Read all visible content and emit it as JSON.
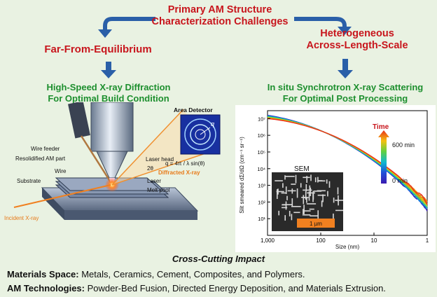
{
  "header": {
    "title_line1": "Primary AM Structure",
    "title_line2": "Characterization Challenges"
  },
  "left": {
    "heading": "Far-From-Equilibrium",
    "sub_line1": "High-Speed X-ray Diffraction",
    "sub_line2": "For Optimal Build Condition",
    "labels": {
      "wire_feeder": "Wire feeder",
      "resolidified": "Resolidified AM part",
      "wire": "Wire",
      "substrate": "Substrate",
      "laser_head": "Laser head",
      "two_theta": "2θ",
      "laser": "Laser",
      "melt_pool": "Melt pool",
      "diffracted": "Diffracted X-ray",
      "incident": "Incident X-ray",
      "area_detector": "Area Detector",
      "formula": "q = 4π / λ sin(θ)",
      "q": "q"
    }
  },
  "right": {
    "heading_line1": "Heterogeneous",
    "heading_line2": "Across-Length-Scale",
    "sub_line1": "In situ Synchrotron X-ray Scattering",
    "sub_line2": "For Optimal Post Processing",
    "legend": {
      "title": "Time",
      "max": "600 min",
      "min": "0 min"
    },
    "inset": {
      "label": "SEM",
      "scale": "1 µm"
    }
  },
  "chart_data": {
    "type": "line",
    "xlabel": "Size (nm)",
    "ylabel": "Slit smeared dΣ/dΩ (cm⁻¹ sr⁻¹)",
    "x_scale": "log-reversed",
    "xlim": [
      1000,
      1
    ],
    "y_scale": "log",
    "ylim": [
      1,
      30000000
    ],
    "x_ticks": [
      "1,000",
      "100",
      "10",
      "1"
    ],
    "y_ticks": [
      "10⁷",
      "10⁶",
      "10⁵",
      "10⁴",
      "10³",
      "10²",
      "10¹"
    ],
    "series_count": 20,
    "color_scale": [
      "#3a1ab0",
      "#1f4ed8",
      "#10a0e0",
      "#18c8a0",
      "#60d040",
      "#c8d820",
      "#f5a010",
      "#e8301a"
    ]
  },
  "footer": {
    "cross_title": "Cross-Cutting Impact",
    "line1_label": "Materials Space:",
    "line1_text": " Metals, Ceramics, Cement, Composites, and Polymers.",
    "line2_label": "AM Technologies:",
    "line2_text": " Powder-Bed Fusion, Directed Energy Deposition, and Materials Extrusion."
  }
}
